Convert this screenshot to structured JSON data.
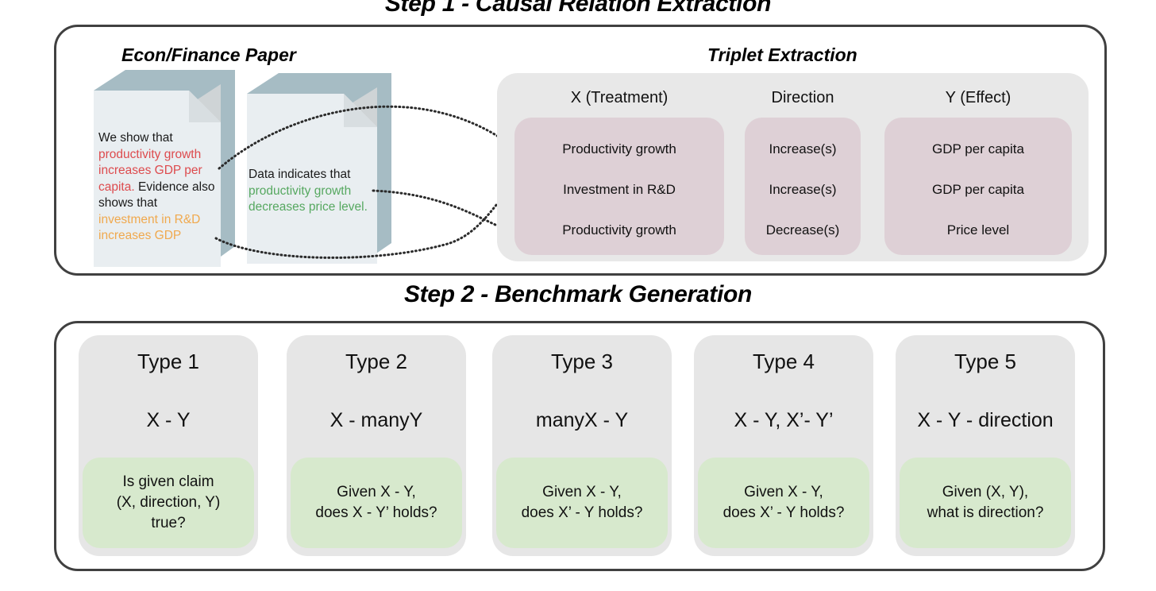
{
  "figure": {
    "step1_title": "Step 1 - Causal Relation Extraction",
    "step2_title": "Step 2 - Benchmark Generation"
  },
  "step1": {
    "paper_heading": "Econ/Finance Paper",
    "triplet_heading": "Triplet Extraction",
    "documents": [
      {
        "id": "doc1",
        "segments": [
          {
            "text": "We show that ",
            "color": "black"
          },
          {
            "text": "productivity growth increases GDP per capita.",
            "color": "red"
          },
          {
            "text": " Evidence also shows that ",
            "color": "black"
          },
          {
            "text": "investment in R&D increases GDP",
            "color": "orange"
          }
        ]
      },
      {
        "id": "doc2",
        "segments": [
          {
            "text": "Data indicates that ",
            "color": "black"
          },
          {
            "text": "productivity growth decreases price level.",
            "color": "green"
          }
        ]
      }
    ],
    "triplet_table": {
      "columns": [
        "X (Treatment)",
        "Direction",
        "Y (Effect)"
      ],
      "rows": [
        [
          "Productivity growth",
          "Increase(s)",
          "GDP per capita"
        ],
        [
          "Investment in R&D",
          "Increase(s)",
          "GDP per capita"
        ],
        [
          "Productivity growth",
          "Decrease(s)",
          "Price level"
        ]
      ]
    }
  },
  "step2": {
    "types": [
      {
        "title": "Type 1",
        "formula": "X - Y",
        "question": "Is given claim\n(X, direction, Y)\ntrue?"
      },
      {
        "title": "Type 2",
        "formula": "X - manyY",
        "question": "Given X - Y,\ndoes X - Y’ holds?"
      },
      {
        "title": "Type 3",
        "formula": "manyX - Y",
        "question": "Given X - Y,\ndoes X’ - Y holds?"
      },
      {
        "title": "Type 4",
        "formula": "X - Y, X’- Y’",
        "question": "Given X - Y,\ndoes X’ - Y holds?"
      },
      {
        "title": "Type 5",
        "formula": "X - Y - direction",
        "question": "Given (X, Y),\nwhat is direction?"
      }
    ]
  },
  "colors": {
    "panel_border": "#404040",
    "doc_shadow": "#a6bcc4",
    "doc_page": "#e9eef1",
    "triplet_panel_bg": "#e8e8e8",
    "triplet_pill_bg": "#ded0d6",
    "type_card_bg": "#e6e6e6",
    "type_question_bg": "#d7e9cd",
    "highlight_red": "#dd4b4e",
    "highlight_orange": "#f0a94e",
    "highlight_green": "#56a860",
    "connector_line": "#2b2b2b"
  }
}
